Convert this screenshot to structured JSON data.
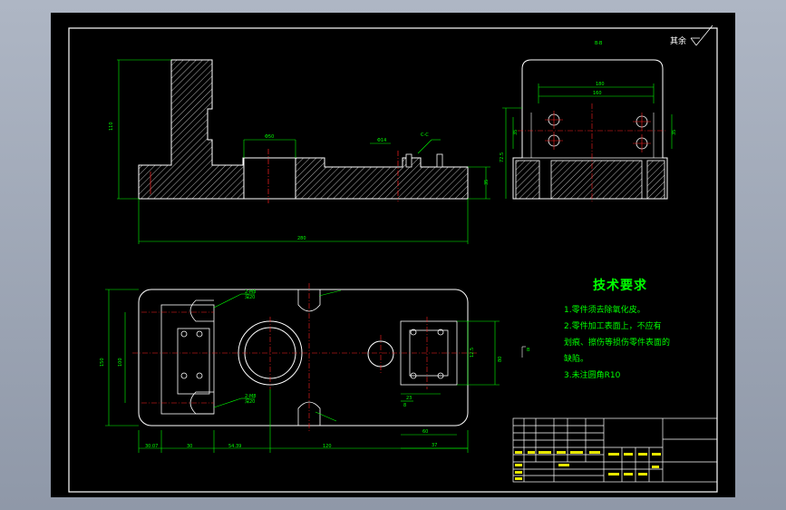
{
  "technical_requirements": {
    "title": "技术要求",
    "lines": [
      "1.零件须去除氧化皮。",
      "2.零件加工表面上，不应有",
      "划痕、擦伤等损伤零件表面的",
      "缺陷。",
      "3.未注圆角R10"
    ]
  },
  "roughness_note": "其余",
  "colors": {
    "outline": "#ffffff",
    "dimension": "#00ff00",
    "centerline": "#ff2020",
    "hatch": "#ffffff",
    "titleblock": "#e6e600",
    "sheet": "#000000"
  },
  "views": {
    "front": "front-view",
    "side": "side-view",
    "top": "top-view"
  }
}
